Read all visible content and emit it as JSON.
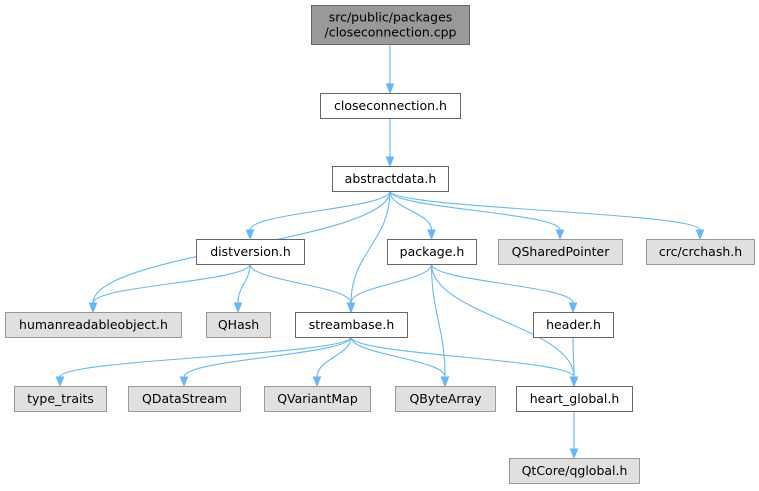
{
  "diagram": {
    "colors": {
      "edge": "#63b8ff",
      "root_fill": "#999999",
      "ext_fill": "#e0e0e0",
      "file_fill": "#ffffff",
      "border_dark": "#666666",
      "border_light": "#999999"
    },
    "nodes": [
      {
        "id": "root",
        "kind": "root",
        "lines": [
          "src/public/packages",
          "/closeconnection.cpp"
        ]
      },
      {
        "id": "closeconnection_h",
        "kind": "file",
        "lines": [
          "closeconnection.h"
        ]
      },
      {
        "id": "abstractdata_h",
        "kind": "file",
        "lines": [
          "abstractdata.h"
        ]
      },
      {
        "id": "distversion_h",
        "kind": "file",
        "lines": [
          "distversion.h"
        ]
      },
      {
        "id": "package_h",
        "kind": "file",
        "lines": [
          "package.h"
        ]
      },
      {
        "id": "qsharedpointer",
        "kind": "ext",
        "lines": [
          "QSharedPointer"
        ]
      },
      {
        "id": "crchash_h",
        "kind": "ext",
        "lines": [
          "crc/crchash.h"
        ]
      },
      {
        "id": "humanreadableobject_h",
        "kind": "ext",
        "lines": [
          "humanreadableobject.h"
        ]
      },
      {
        "id": "qhash",
        "kind": "ext",
        "lines": [
          "QHash"
        ]
      },
      {
        "id": "streambase_h",
        "kind": "file",
        "lines": [
          "streambase.h"
        ]
      },
      {
        "id": "header_h",
        "kind": "file",
        "lines": [
          "header.h"
        ]
      },
      {
        "id": "type_traits",
        "kind": "ext",
        "lines": [
          "type_traits"
        ]
      },
      {
        "id": "qdatastream",
        "kind": "ext",
        "lines": [
          "QDataStream"
        ]
      },
      {
        "id": "qvariantmap",
        "kind": "ext",
        "lines": [
          "QVariantMap"
        ]
      },
      {
        "id": "qbytearray",
        "kind": "ext",
        "lines": [
          "QByteArray"
        ]
      },
      {
        "id": "heart_global_h",
        "kind": "file",
        "lines": [
          "heart_global.h"
        ]
      },
      {
        "id": "qglobal_h",
        "kind": "ext",
        "lines": [
          "QtCore/qglobal.h"
        ]
      }
    ],
    "edges": [
      [
        "root",
        "closeconnection_h"
      ],
      [
        "closeconnection_h",
        "abstractdata_h"
      ],
      [
        "abstractdata_h",
        "humanreadableobject_h"
      ],
      [
        "abstractdata_h",
        "distversion_h"
      ],
      [
        "abstractdata_h",
        "streambase_h"
      ],
      [
        "abstractdata_h",
        "package_h"
      ],
      [
        "abstractdata_h",
        "qsharedpointer"
      ],
      [
        "abstractdata_h",
        "crchash_h"
      ],
      [
        "distversion_h",
        "humanreadableobject_h"
      ],
      [
        "distversion_h",
        "qhash"
      ],
      [
        "distversion_h",
        "streambase_h"
      ],
      [
        "package_h",
        "streambase_h"
      ],
      [
        "package_h",
        "qbytearray"
      ],
      [
        "package_h",
        "header_h"
      ],
      [
        "package_h",
        "heart_global_h"
      ],
      [
        "streambase_h",
        "type_traits"
      ],
      [
        "streambase_h",
        "qdatastream"
      ],
      [
        "streambase_h",
        "qvariantmap"
      ],
      [
        "streambase_h",
        "qbytearray"
      ],
      [
        "streambase_h",
        "heart_global_h"
      ],
      [
        "header_h",
        "heart_global_h"
      ],
      [
        "heart_global_h",
        "qglobal_h"
      ]
    ]
  }
}
